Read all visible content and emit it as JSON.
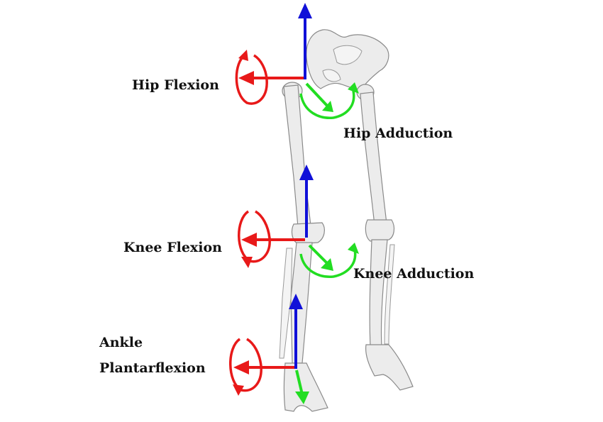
{
  "labels": {
    "hip_flexion": "Hip Flexion",
    "hip_adduction": "Hip Adduction",
    "knee_flexion": "Knee Flexion",
    "knee_adduction": "Knee Adduction",
    "ankle_line1": "Ankle",
    "ankle_line2": "Plantarflexion"
  },
  "colors": {
    "flexion_axis": "#e81919",
    "vertical_axis": "#1010d8",
    "adduction_axis": "#22dd22",
    "bone": "#ececec"
  },
  "icons": {
    "rotation": "curved-arrow-icon",
    "axis": "straight-arrow-icon"
  }
}
